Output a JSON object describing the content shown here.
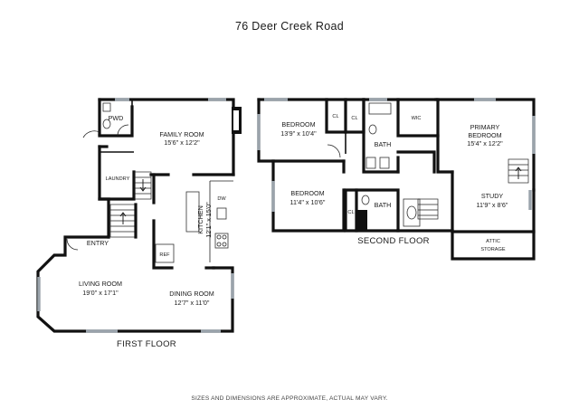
{
  "title": "76 Deer Creek Road",
  "disclaimer": "SIZES AND DIMENSIONS ARE APPROXIMATE, ACTUAL MAY VARY.",
  "first_floor": {
    "label": "FIRST FLOOR",
    "rooms": {
      "pwd": "PWD",
      "family_room": {
        "name": "FAMILY ROOM",
        "dims": "15'6\" x 12'2\""
      },
      "laundry": "LAUNDRY",
      "kitchen": {
        "name": "KITCHEN",
        "dims": "12'1\" x 15'0\""
      },
      "dw": "DW",
      "ref": "REF",
      "entry": "ENTRY",
      "living_room": {
        "name": "LIVING ROOM",
        "dims": "19'0\" x 17'1\""
      },
      "dining_room": {
        "name": "DINING ROOM",
        "dims": "12'7\" x 11'0\""
      }
    }
  },
  "second_floor": {
    "label": "SECOND FLOOR",
    "rooms": {
      "bedroom1": {
        "name": "BEDROOM",
        "dims": "13'9\" x 10'4\""
      },
      "cl1": "CL",
      "cl2": "CL",
      "bath1": "BATH",
      "wic": "WIC",
      "primary_bedroom": {
        "name1": "PRIMARY",
        "name2": "BEDROOM",
        "dims": "15'4\" x 12'2\""
      },
      "bedroom2": {
        "name": "BEDROOM",
        "dims": "11'4\" x 10'6\""
      },
      "cl3": "CL",
      "bath2": "BATH",
      "study": {
        "name": "STUDY",
        "dims": "11'9\" x 8'6\""
      },
      "attic": {
        "name1": "ATTIC",
        "name2": "STORAGE"
      }
    }
  }
}
